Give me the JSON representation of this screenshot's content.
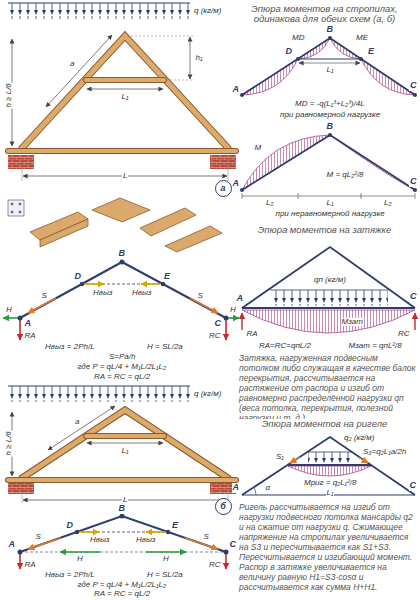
{
  "diagram": {
    "nodes": [
      {
        "text": [
          "а"
        ]
      },
      {
        "text": [
          "б"
        ]
      }
    ],
    "labels": [
      "q (кг/м)",
      "h ≥ L/6",
      "a",
      "h₁",
      "L₁",
      "L",
      "B",
      "D",
      "E",
      "Hвыз",
      "Hвыз",
      "S",
      "S",
      "A",
      "C",
      "H",
      "H",
      "RA",
      "RC",
      "Hвыз = 2Ph/L",
      "H = SL/2a",
      "S=Pa/h",
      "где P = qL/4 + M₁L/2L₁L₂",
      "RA = RC = qL/2",
      "q (кг/м)",
      "h ≥ L/6",
      "a",
      "L₁",
      "L",
      "B",
      "D",
      "E",
      "Hвыз",
      "Hвыз",
      "S",
      "S",
      "A",
      "C",
      "H",
      "H",
      "RA",
      "RC",
      "Hвыз = 2Ph/L",
      "H = SL/2a",
      "где P = qL/4 + M₁L/2L₁L₂",
      "RA = RC = qL/2",
      "Эпюра моментов на стропилах, одинакова для обеих схем (а, б)",
      "B",
      "MD",
      "ME",
      "D",
      "E",
      "L₁",
      "A",
      "C",
      "MD = -q(L₁³+L₂³)/4L",
      "при равномерной нагрузке",
      "B",
      "M",
      "M = qL₂²/8",
      "A",
      "C",
      "L₂",
      "L₁",
      "L₂",
      "при неравномерной нагрузке",
      "Эпюра моментов на затяжке",
      "qп (кг/м)",
      "A",
      "C",
      "Mзат",
      "RA",
      "RC",
      "RA=RC=qпL/2",
      "Mзат = qпL²/8",
      "Затяжка, нагруженная подвесным потолком либо служащая в качестве балок перекрытия, рассчитывается на растяжение от распора и изгиб от равномерно распределённой нагрузки qп (веса потолка, перекрытия, полезной нагрузки и т. д.).",
      "Эпюра моментов на ригеле",
      "q₂ (кг/м)",
      "S₁",
      "S₃=q₂L₁a/2h",
      "Mриг = q₂L₁²/8",
      "L₁",
      "α",
      "A",
      "C",
      "Ригель рассчитывается на изгиб от нагрузки подвесного потолка мансарды q2 и на сжатие от нагрузки q. Сжимающее напряжение на стропилах увеличивается на S3 и пересчитывается как S1+S3. Пересчитывается и изгибающий момент. Распор в затяжке увеличивается на величину равную H1=S3·cosα и рассчитывается как сумма H+H1."
    ]
  }
}
